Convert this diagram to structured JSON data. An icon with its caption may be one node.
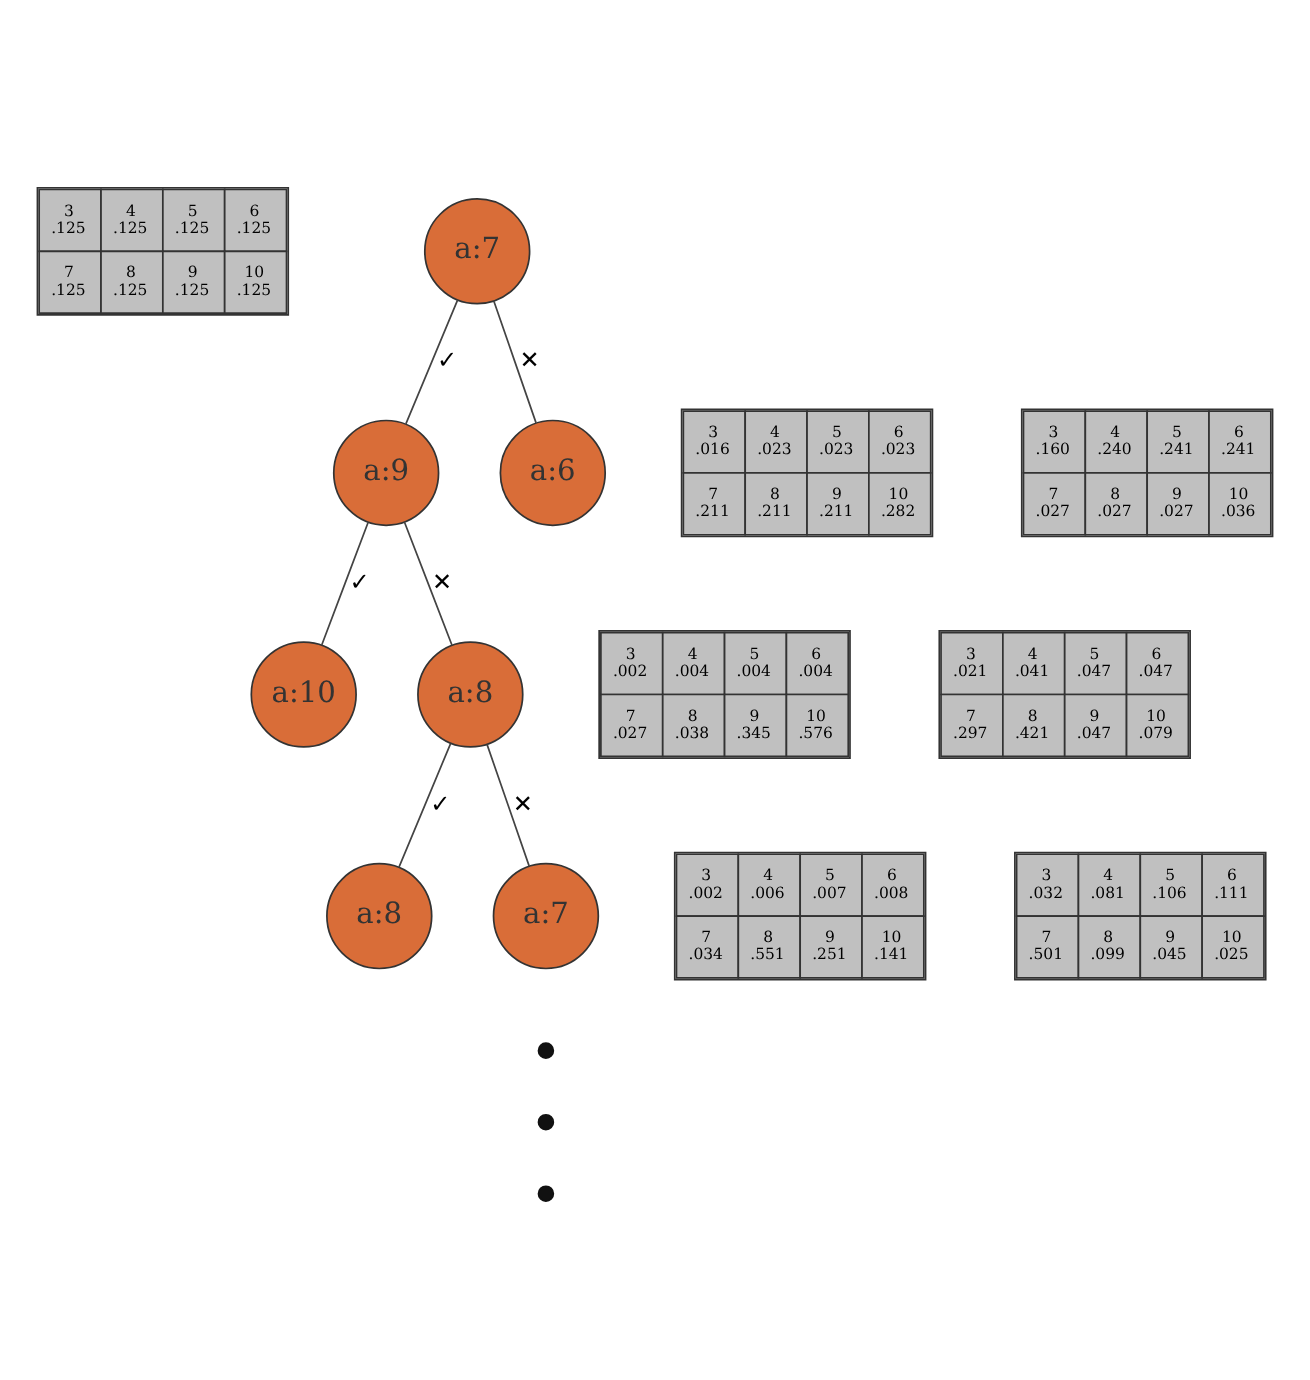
{
  "diagram": {
    "nodes": [
      {
        "text": [
          "a:7"
        ],
        "beside": [
          "3 .125",
          "4 .125",
          "5 .125",
          "6 .125",
          "7 .125",
          "8 .125",
          "9 .125",
          "10 .125"
        ]
      },
      {
        "text": [
          "a:9"
        ],
        "beside": [
          "3 .016",
          "4 .023",
          "5 .023",
          "6 .023",
          "7 .211",
          "8 .211",
          "9 .211",
          "10 .282"
        ]
      },
      {
        "text": [
          "a:6"
        ],
        "beside": [
          "3 .160",
          "4 .240",
          "5 .241",
          "6 .241",
          "7 .027",
          "8 .027",
          "9 .027",
          "10 .036"
        ]
      },
      {
        "text": [
          "a:10"
        ],
        "beside": [
          "3 .002",
          "4 .004",
          "5 .004",
          "6 .004",
          "7 .027",
          "8 .038",
          "9 .345",
          "10 .576"
        ]
      },
      {
        "text": [
          "a:8"
        ],
        "beside": [
          "3 .021",
          "4 .041",
          "5 .047",
          "6 .047",
          "7 .297",
          "8 .421",
          "9 .047",
          "10 .079"
        ]
      },
      {
        "text": [
          "a:8"
        ],
        "beside": [
          "3 .002",
          "4 .006",
          "5 .007",
          "6 .008",
          "7 .034",
          "8 .551",
          "9 .251",
          "10 .141"
        ]
      },
      {
        "text": [
          "a:7"
        ],
        "beside": [
          "3 .032",
          "4 .081",
          "5 .106",
          "6 .111",
          "7 .501",
          "8 .099",
          "9 .045",
          "10 .025"
        ]
      },
      {
        "text": [],
        "shape": "dot"
      },
      {
        "text": [],
        "shape": "dot"
      },
      {
        "text": [],
        "shape": "dot"
      }
    ],
    "edges": [
      {
        "from": 0,
        "to": 1,
        "arrow": "none",
        "label": "✓"
      },
      {
        "from": 0,
        "to": 2,
        "arrow": "none",
        "label": "✕"
      },
      {
        "from": 1,
        "to": 3,
        "arrow": "none",
        "label": "✓"
      },
      {
        "from": 1,
        "to": 4,
        "arrow": "none",
        "label": "✕"
      },
      {
        "from": 4,
        "to": 5,
        "arrow": "none",
        "label": "✓"
      },
      {
        "from": 4,
        "to": 6,
        "arrow": "none",
        "label": "✕"
      }
    ]
  }
}
